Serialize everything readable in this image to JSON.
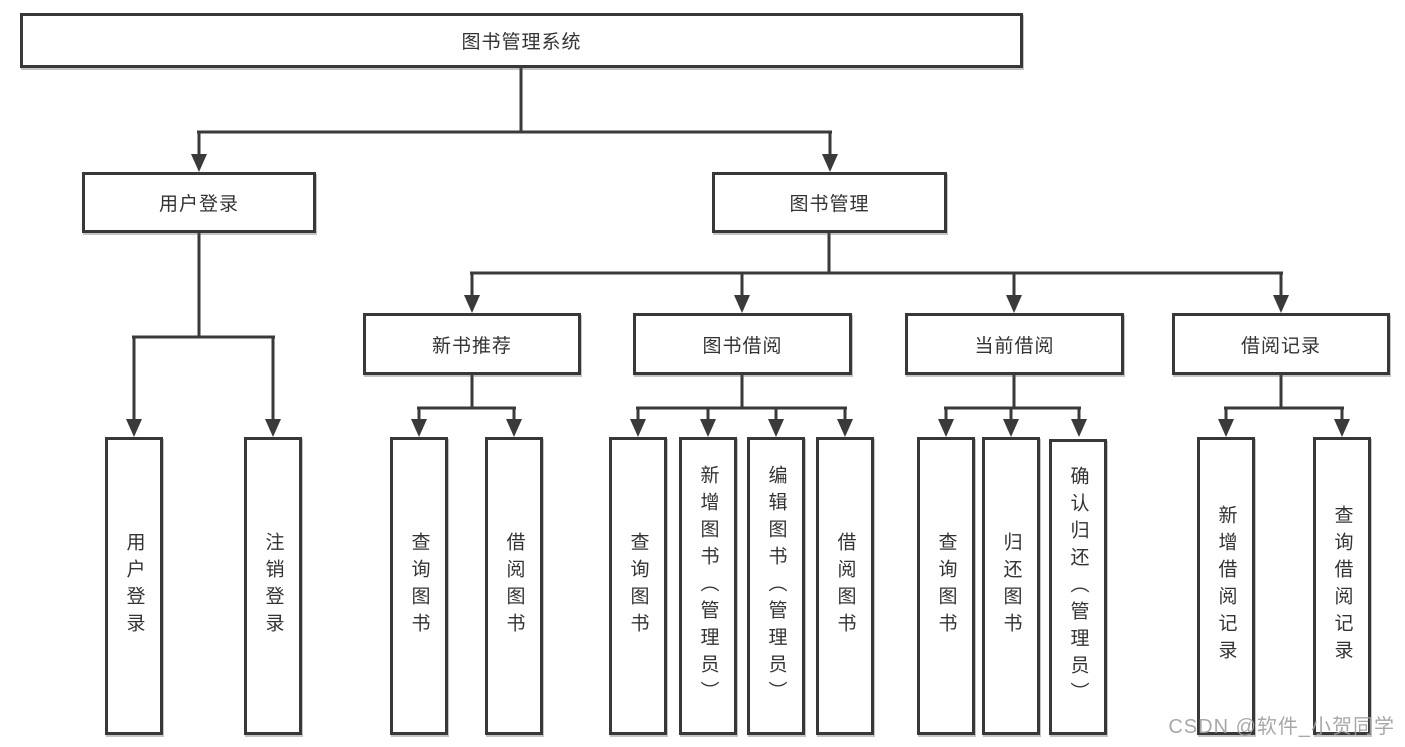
{
  "tree": {
    "label": "图书管理系统",
    "children": [
      {
        "label": "用户登录",
        "children": [
          {
            "label": "用户登录"
          },
          {
            "label": "注销登录"
          }
        ]
      },
      {
        "label": "图书管理",
        "children": [
          {
            "label": "新书推荐",
            "children": [
              {
                "label": "查询图书"
              },
              {
                "label": "借阅图书"
              }
            ]
          },
          {
            "label": "图书借阅",
            "children": [
              {
                "label": "查询图书"
              },
              {
                "label": "新增图书（管理员）"
              },
              {
                "label": "编辑图书（管理员）"
              },
              {
                "label": "借阅图书"
              }
            ]
          },
          {
            "label": "当前借阅",
            "children": [
              {
                "label": "查询图书"
              },
              {
                "label": "归还图书"
              },
              {
                "label": "确认归还（管理员）"
              }
            ]
          },
          {
            "label": "借阅记录",
            "children": [
              {
                "label": "新增借阅记录"
              },
              {
                "label": "查询借阅记录"
              }
            ]
          }
        ]
      }
    ]
  },
  "watermark": "CSDN @软件_小贺同学",
  "colors": {
    "line": "#3a3a3a",
    "border": "#383838",
    "text": "#333333",
    "watermark": "#9e9e9e",
    "background": "#ffffff"
  }
}
